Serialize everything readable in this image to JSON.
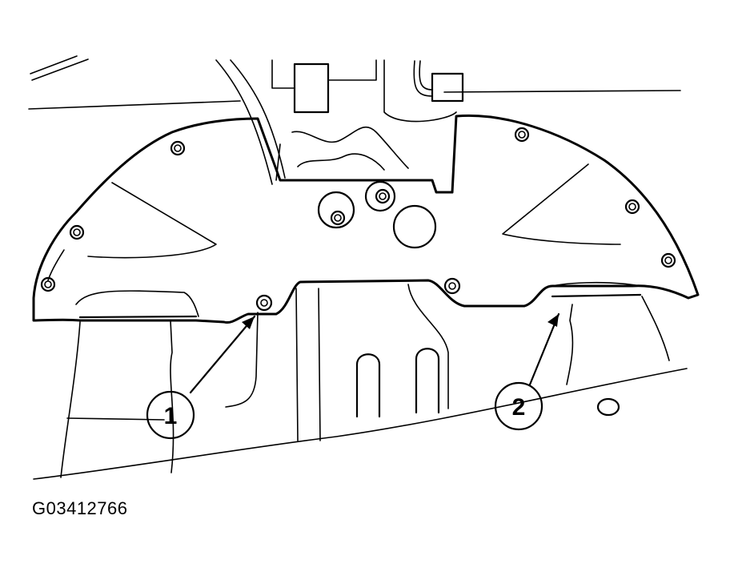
{
  "figure": {
    "id": "G03412766"
  },
  "callouts": [
    {
      "label": "1"
    },
    {
      "label": "2"
    }
  ],
  "colors": {
    "ink": "#000000",
    "paper": "#ffffff"
  }
}
